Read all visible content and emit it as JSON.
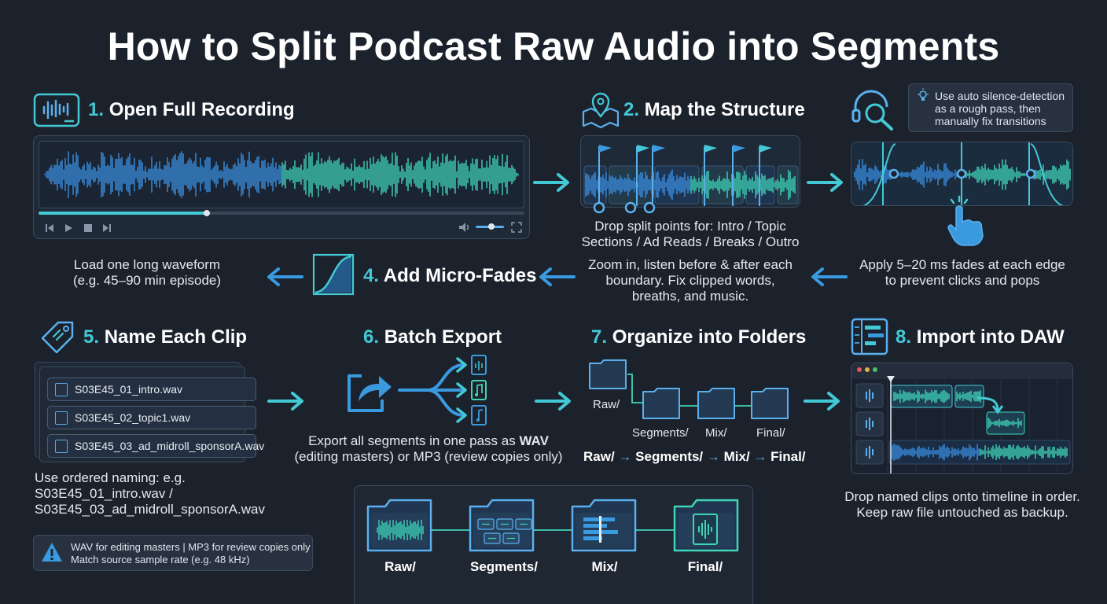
{
  "title": "How to Split Podcast Raw Audio into Segments",
  "steps": {
    "s1": {
      "num": "1.",
      "label": "Open Full Recording",
      "caption_line1": "Load one long waveform",
      "caption_line2": "(e.g. 45–90 min episode)"
    },
    "s2": {
      "num": "2.",
      "label": "Map the Structure",
      "caption_line1": "Drop split points for: Intro / Topic",
      "caption_line2": "Sections / Ad Reads / Breaks / Outro"
    },
    "s3": {
      "tip_line1": "Use auto silence-detection",
      "tip_line2": "as a rough pass, then",
      "tip_line3": "manually fix transitions",
      "caption_line1": "Apply 5–20 ms fades at each edge",
      "caption_line2": "to prevent clicks and pops"
    },
    "s3b": {
      "caption_line1": "Zoom in, listen before & after each",
      "caption_line2": "boundary. Fix clipped words,",
      "caption_line3": "breaths, and music."
    },
    "s4": {
      "num": "4.",
      "label": "Add Micro-Fades"
    },
    "s5": {
      "num": "5.",
      "label": "Name Each Clip",
      "files": [
        "S03E45_01_intro.wav",
        "S03E45_02_topic1.wav",
        "S03E45_03_ad_midroll_sponsorA.wav"
      ],
      "caption_line1": "Use ordered naming: e.g.",
      "caption_line2": "S03E45_01_intro.wav /",
      "caption_line3": "S03E45_03_ad_midroll_sponsorA.wav",
      "warn_line1": "WAV for editing masters | MP3 for review copies only",
      "warn_line2": "Match source sample rate (e.g. 48 kHz)"
    },
    "s6": {
      "num": "6.",
      "label": "Batch Export",
      "caption_pre": "Export all segments in one pass as ",
      "caption_bold": "WAV",
      "caption_line2": "(editing masters) or MP3 (review copies only)"
    },
    "s7": {
      "num": "7.",
      "label": "Organize into Folders",
      "folders": [
        "Raw/",
        "Segments/",
        "Mix/",
        "Final/"
      ],
      "path": [
        "Raw/",
        "Segments/",
        "Mix/",
        "Final/"
      ]
    },
    "s8": {
      "num": "8.",
      "label": "Import into DAW",
      "caption_line1": "Drop named clips onto timeline in order.",
      "caption_line2": "Keep raw file untouched as backup."
    }
  },
  "bottom_folders": [
    "Raw/",
    "Segments/",
    "Mix/",
    "Final/"
  ],
  "colors": {
    "accent": "#43c9d6",
    "blue": "#3a9ae0",
    "teal": "#3fd4b8",
    "bg": "#1c222c"
  },
  "icons": [
    "waveform-app-icon",
    "map-pin-icon",
    "headset-search-icon",
    "lightbulb-icon",
    "hand-pointer-icon",
    "fade-curve-icon",
    "tag-icon",
    "share-export-icon",
    "daw-app-icon",
    "warning-icon",
    "folder-icon",
    "audio-file-icon"
  ]
}
